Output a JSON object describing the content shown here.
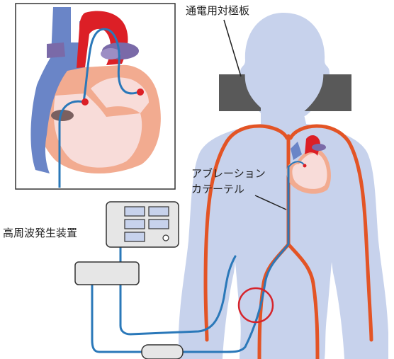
{
  "labels": {
    "plate": "通電用対極板",
    "catheter_line1": "アブレーション",
    "catheter_line2": "カテーテル",
    "generator": "高周波発生装置"
  },
  "colors": {
    "body_fill": "#c7d2ec",
    "artery": "#e35425",
    "catheter": "#2a78b9",
    "plate": "#595959",
    "heart_red": "#dc1f26",
    "heart_blue": "#6a85c7",
    "heart_pink": "#f8dcd9",
    "heart_salmon": "#f2ab90",
    "aorta_purple": "#7a6aa8",
    "highlight_circle": "#d6242b"
  },
  "icons": {
    "generator": "rf-generator-icon",
    "connector_box": "connector-box-icon",
    "handle": "catheter-handle-icon",
    "insertion_marker": "insertion-site-circle-icon"
  }
}
